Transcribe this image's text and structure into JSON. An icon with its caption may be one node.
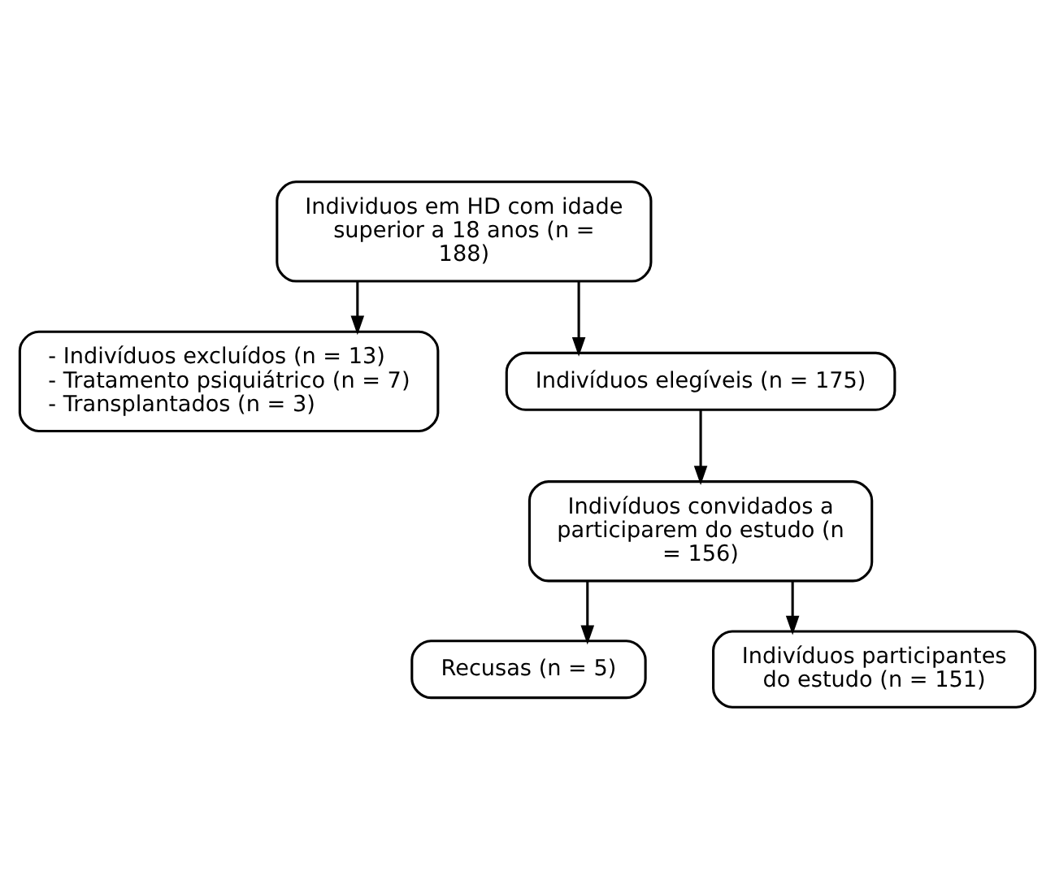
{
  "diagram": {
    "nodes": [
      {
        "text": [
          "Individuos em HD com idade superior a 18 anos (n = 188)"
        ]
      },
      {
        "text": [
          "- Indivíduos excluídos (n = 13)",
          "- Tratamento psiquiátrico (n = 7)",
          "- Transplantados (n = 3)"
        ]
      },
      {
        "text": [
          "Indivíduos elegíveis (n = 175)"
        ]
      },
      {
        "text": [
          "Indivíduos convidados a participarem do estudo (n = 156)"
        ]
      },
      {
        "text": [
          "Recusas (n = 5)"
        ]
      },
      {
        "text": [
          "Indivíduos participantes do estudo (n = 151)"
        ]
      }
    ],
    "edges": [
      {
        "from": 0,
        "to": 2,
        "arrow": "to"
      },
      {
        "from": 0,
        "to": 1,
        "arrow": "to"
      },
      {
        "from": 2,
        "to": 3,
        "arrow": "to"
      },
      {
        "from": 3,
        "to": 5,
        "arrow": "to"
      },
      {
        "from": 3,
        "to": 4,
        "arrow": "to"
      }
    ]
  }
}
